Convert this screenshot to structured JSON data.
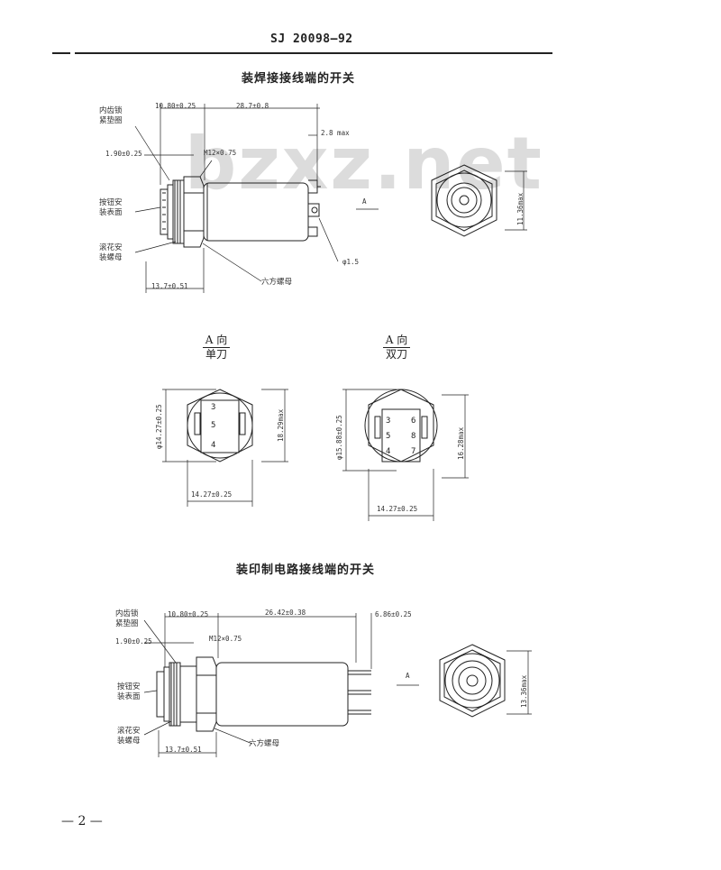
{
  "header": {
    "standard_code": "SJ 20098—92"
  },
  "watermark": "bzxz.net",
  "section1": {
    "title": "装焊接接线端的开关",
    "labels": {
      "inner_washer": "内齿锁\n紧垫圈",
      "mount_panel": "按钮安\n装表面",
      "knurled_nut": "滚花安\n装螺母",
      "hex_nut": "六方螺母"
    },
    "dims": {
      "d_10_80": "10.80±0.25",
      "d_28_7": "28.7±0.8",
      "d_2_8": "2.8 max",
      "d_1_90": "1.90±0.25",
      "d_m12": "M12×0.75",
      "d_13_7": "13.7±0.51",
      "d_phi15": "φ1.5",
      "d_11_36": "11.36max",
      "arrow_a": "A"
    }
  },
  "views": {
    "single": {
      "title_top": "A 向",
      "title_bottom": "单刀",
      "pins": [
        "3",
        "5",
        "4"
      ],
      "d_dia": "φ14.27±0.25",
      "d_height": "18.29max",
      "d_width": "14.27±0.25"
    },
    "double": {
      "title_top": "A 向",
      "title_bottom": "双刀",
      "pins": [
        "3",
        "6",
        "5",
        "8",
        "4",
        "7"
      ],
      "d_dia": "φ15.88±0.25",
      "d_height": "16.28max",
      "d_width": "14.27±0.25"
    }
  },
  "section2": {
    "title": "装印制电路接线端的开关",
    "labels": {
      "inner_washer": "内齿锁\n紧垫圈",
      "mount_panel": "按钮安\n装表面",
      "knurled_nut": "滚花安\n装螺母",
      "hex_nut": "六方螺母"
    },
    "dims": {
      "d_10_80": "10.80±0.25",
      "d_26_42": "26.42±0.38",
      "d_6_86": "6.86±0.25",
      "d_1_90": "1.90±0.25",
      "d_m12": "M12×0.75",
      "d_13_7": "13.7±0.51",
      "d_13_36": "13.36max",
      "arrow_a": "A"
    }
  },
  "footer": {
    "page_number": "— 2 —"
  }
}
